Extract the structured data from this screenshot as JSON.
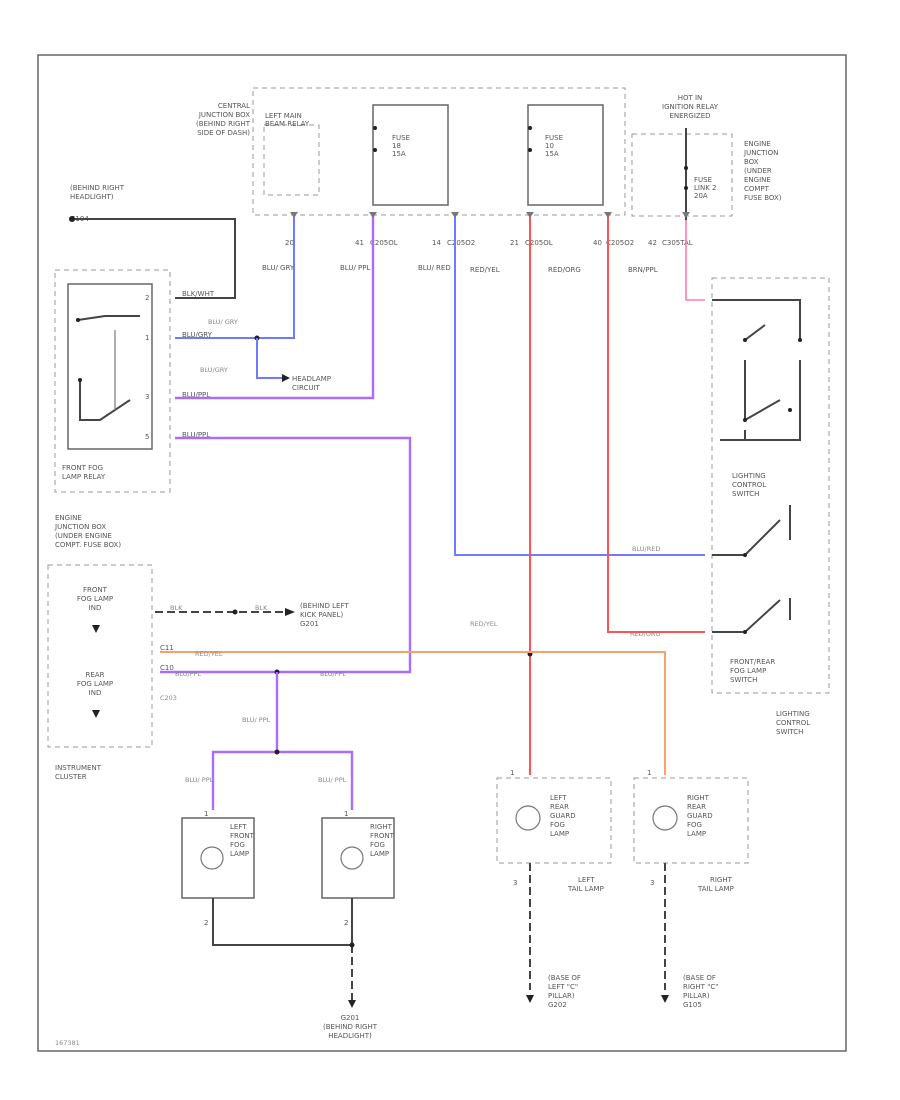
{
  "labels": {
    "central_jb": [
      "CENTRAL",
      "JUNCTION BOX",
      "(BEHIND RIGHT",
      "SIDE OF DASH)"
    ],
    "main_relay": [
      "LEFT MAIN",
      "BEAM RELAY"
    ],
    "fuse1": [
      "FUSE",
      "18",
      "15A"
    ],
    "fuse2": [
      "FUSE",
      "10",
      "15A"
    ],
    "hot_ign": [
      "HOT IN",
      "IGNITION RELAY",
      "ENERGIZED"
    ],
    "fuse_link": [
      "FUSE",
      "LINK 2",
      "20A"
    ],
    "engine_jb_top": [
      "ENGINE",
      "JUNCTION",
      "BOX",
      "(UNDER",
      "ENGINE",
      "COMPT",
      "FUSE BOX)"
    ],
    "behind_headlight": [
      "(BEHIND RIGHT",
      "HEADLIGHT)"
    ],
    "ground_top": "G104",
    "relay_name": [
      "FRONT FOG",
      "LAMP RELAY"
    ],
    "engine_jb_left": [
      "ENGINE",
      "JUNCTION BOX",
      "(UNDER ENGINE",
      "COMPT. FUSE BOX)"
    ],
    "front_fog_ind": [
      "FRONT",
      "FOG LAMP",
      "IND"
    ],
    "rear_fog_ind": [
      "REAR",
      "FOG LAMP",
      "IND"
    ],
    "behind_left": [
      "(BEHIND LEFT",
      "KICK PANEL)",
      "G201"
    ],
    "connector_c": "C203",
    "instrument": [
      "INSTRUMENT",
      "CLUSTER"
    ],
    "headlamp_circuit": [
      "HEADLAMP",
      "CIRCUIT"
    ],
    "lighting_switch": [
      "LIGHTING",
      "CONTROL",
      "SWITCH"
    ],
    "front_rear_fog": [
      "FRONT/REAR",
      "FOG LAMP",
      "SWITCH"
    ],
    "lighting_switch2": [
      "LIGHTING",
      "CONTROL",
      "SWITCH"
    ],
    "left_front_fog": [
      "LEFT",
      "FRONT",
      "FOG",
      "LAMP"
    ],
    "right_front_fog": [
      "RIGHT",
      "FRONT",
      "FOG",
      "LAMP"
    ],
    "left_rear_guard": [
      "LEFT",
      "REAR",
      "GUARD",
      "FOG",
      "LAMP"
    ],
    "right_rear_guard": [
      "RIGHT",
      "REAR",
      "GUARD",
      "FOG",
      "LAMP"
    ],
    "left_tail": [
      "LEFT",
      "TAIL LAMP"
    ],
    "right_tail": [
      "RIGHT",
      "TAIL LAMP"
    ],
    "g201_bottom": [
      "G201",
      "(BEHIND RIGHT",
      "HEADLIGHT)"
    ],
    "base_left": [
      "(BASE OF",
      "LEFT \"C\"",
      "PILLAR)",
      "G202"
    ],
    "base_right": [
      "(BASE OF",
      "RIGHT \"C\"",
      "PILLAR)",
      "G105"
    ],
    "footer_id": "167381"
  },
  "wire_labels": {
    "top_pins": [
      "20",
      "41",
      "C205OL",
      "14",
      "C205O2",
      "21",
      "C205OL",
      "40",
      "C205O2",
      "42",
      "C305TAL"
    ],
    "colors_top": [
      "BLU/ GRY",
      "BLU/ PPL",
      "BLU/ RED",
      "RED/YEL",
      "RED/ORG",
      "BRN/PPL"
    ],
    "relay_pins": [
      "2",
      "1",
      "3",
      "5"
    ],
    "relay_wires": [
      "BLK/WHT",
      "BLU/GRY",
      "BLU/PPL",
      "BLU/PPL"
    ],
    "blu_gry_mid": "BLU/ GRY",
    "blu_gry_low": "BLU/GRY",
    "red_yel_mid": "RED/YEL",
    "blu_red_sw": "BLU/RED",
    "red_org_sw": "RED/ORG",
    "red_yel_ic": "RED/YEL",
    "blu_ppl_ic": "BLU/PPL",
    "blu_ppl_ic2": "BLU/PPL",
    "blu_ppl_v": "BLU/ PPL",
    "blu_ppl_a": "BLU/ PPL",
    "blu_ppl_b": "BLU/ PPL",
    "ic_pins": [
      "C11",
      "C10"
    ],
    "blk_ic": [
      "BLK",
      "BLK"
    ],
    "lamp_pins_top": [
      "1",
      "1",
      "1",
      "1"
    ],
    "lamp_pins_bot": [
      "2",
      "2",
      "3",
      "3"
    ]
  }
}
